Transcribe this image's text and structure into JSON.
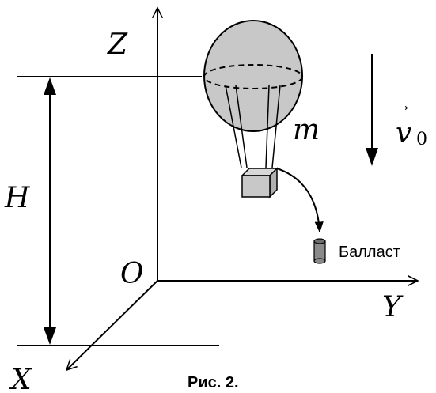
{
  "axes": {
    "z_label": "Z",
    "y_label": "Y",
    "x_label": "X",
    "origin_label": "O"
  },
  "labels": {
    "height": "H",
    "mass": "m",
    "velocity": "v",
    "velocity_subscript": "0",
    "vector_arrow": "→"
  },
  "ballast_label": "Балласт",
  "caption": "Рис. 2.",
  "colors": {
    "balloon_fill": "#c8c8c8",
    "basket_fill": "#c8c8c8",
    "ballast_fill": "#8a8a8a",
    "stroke": "#000000"
  }
}
